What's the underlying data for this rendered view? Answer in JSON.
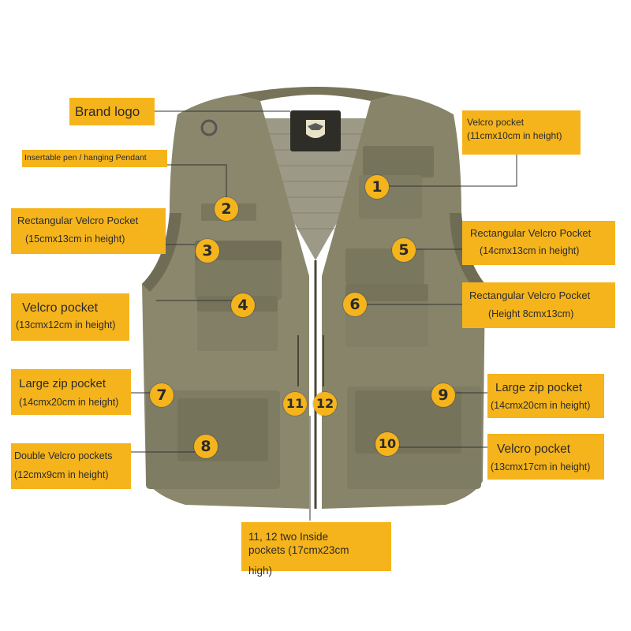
{
  "colors": {
    "label_bg": "#f5b41c",
    "vest_base": "#8a876d",
    "vest_dark": "#6e6b55",
    "line": "#333333"
  },
  "labels": {
    "brand_logo": {
      "title": "Brand logo"
    },
    "pen": {
      "title": "Insertable pen / hanging Pendant"
    },
    "p1": {
      "title": "Velcro pocket",
      "size": "(11cmx10cm in height)"
    },
    "p3": {
      "title": "Rectangular Velcro Pocket",
      "size": "(15cmx13cm in height)"
    },
    "p5": {
      "title": "Rectangular Velcro Pocket",
      "size": "(14cmx13cm in height)"
    },
    "p4": {
      "title": "Velcro pocket",
      "size": "(13cmx12cm in height)"
    },
    "p6": {
      "title": "Rectangular Velcro Pocket",
      "size": "(Height 8cmx13cm)"
    },
    "p7": {
      "title": "Large zip pocket",
      "size": "(14cmx20cm in height)"
    },
    "p9": {
      "title": "Large zip pocket",
      "size": "(14cmx20cm in height)"
    },
    "p8": {
      "title": "Double Velcro pockets",
      "size": "(12cmx9cm in height)"
    },
    "p10": {
      "title": "Velcro pocket",
      "size": "(13cmx17cm in height)"
    },
    "inside": {
      "line1": "11, 12 two Inside",
      "line2": "pockets (17cmx23cm",
      "line3": "high)"
    }
  },
  "numbers": [
    "1",
    "2",
    "3",
    "4",
    "5",
    "6",
    "7",
    "8",
    "9",
    "10",
    "11",
    "12"
  ],
  "vest": {
    "logo_icon": "eagle-shield-icon"
  }
}
